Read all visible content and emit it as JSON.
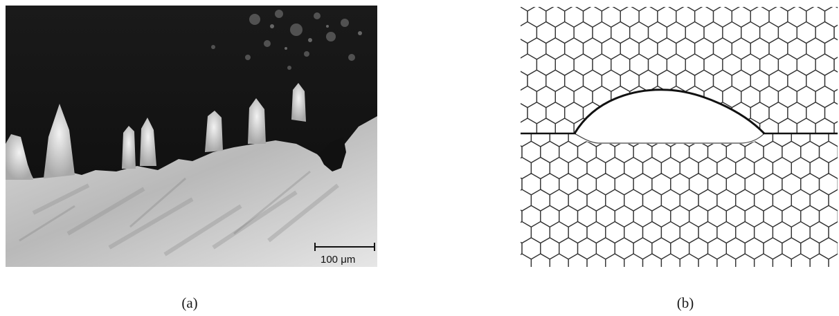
{
  "figure": {
    "panel_a": {
      "scale_bar_label": "100 μm",
      "caption": "(a)"
    },
    "panel_b": {
      "caption": "(b)"
    }
  }
}
